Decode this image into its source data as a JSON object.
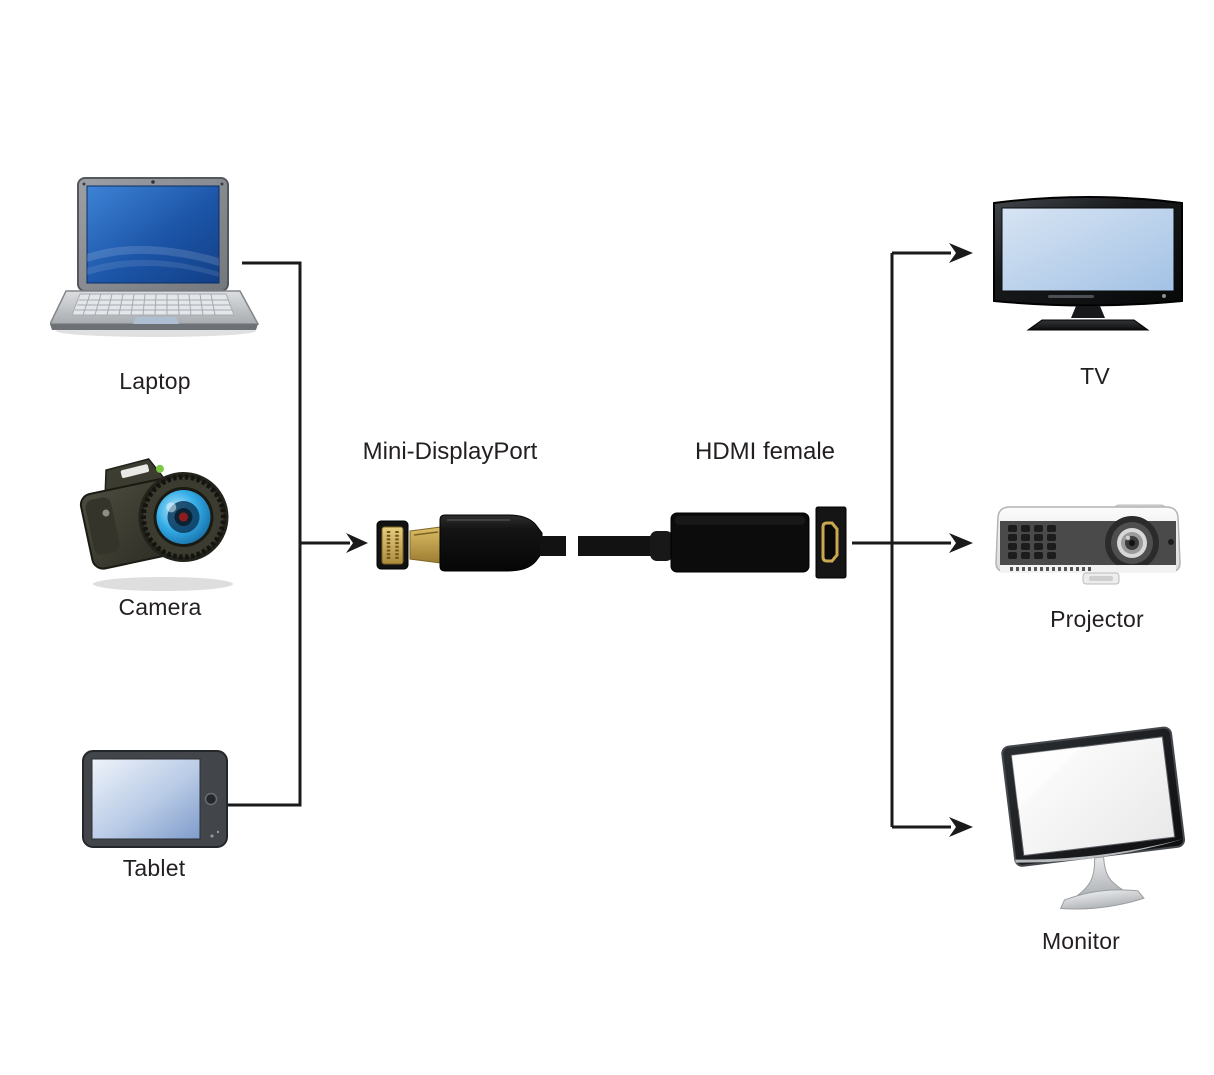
{
  "diagram": {
    "type": "connection-diagram",
    "subject": "Mini-DisplayPort to HDMI female adapter",
    "connections": [
      {
        "from": "laptop",
        "to": "adapter"
      },
      {
        "from": "camera",
        "to": "adapter"
      },
      {
        "from": "tablet",
        "to": "adapter"
      },
      {
        "from": "adapter",
        "to": "tv"
      },
      {
        "from": "adapter",
        "to": "projector"
      },
      {
        "from": "adapter",
        "to": "monitor"
      }
    ]
  },
  "labels": {
    "mini_displayport": "Mini-DisplayPort",
    "hdmi_female": "HDMI female"
  },
  "sources": {
    "laptop": {
      "label": "Laptop"
    },
    "camera": {
      "label": "Camera"
    },
    "tablet": {
      "label": "Tablet"
    }
  },
  "displays": {
    "tv": {
      "label": "TV"
    },
    "projector": {
      "label": "Projector"
    },
    "monitor": {
      "label": "Monitor"
    }
  },
  "icons": {
    "laptop": "laptop-icon",
    "camera": "camera-icon",
    "tablet": "tablet-icon",
    "tv": "tv-icon",
    "projector": "projector-icon",
    "monitor": "monitor-icon",
    "adapter": "mini-displayport-to-hdmi-adapter-icon",
    "arrows": "flow-arrow-icon"
  },
  "colors": {
    "background": "#ffffff",
    "text": "#231f20",
    "line": "#1a1a1a",
    "laptop_screen_blue": "#1c55a8",
    "tv_screen_blue": "#b7d0ea",
    "tablet_screen_blue": "#8aa6cc",
    "camera_lens_blue": "#35aee8",
    "connector_gold": "#c9a84f",
    "plastic_black": "#0e0e0e"
  }
}
